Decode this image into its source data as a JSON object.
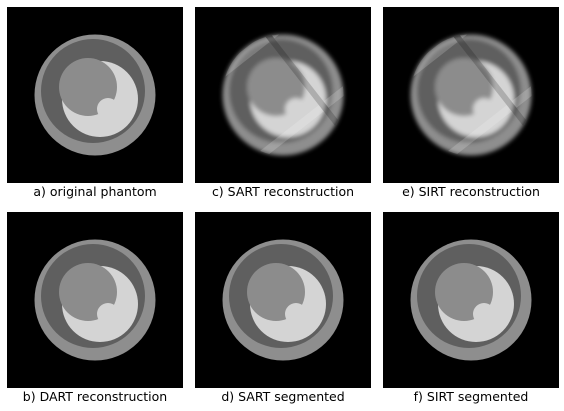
{
  "figure": {
    "panels": [
      {
        "id": "a",
        "caption": "a) original phantom",
        "style": "clean"
      },
      {
        "id": "c",
        "caption": "c) SART reconstruction",
        "style": "blurry"
      },
      {
        "id": "e",
        "caption": "e) SIRT reconstruction",
        "style": "blurry"
      },
      {
        "id": "b",
        "caption": "b) DART reconstruction",
        "style": "segmented"
      },
      {
        "id": "d",
        "caption": "d) SART segmented",
        "style": "segmented"
      },
      {
        "id": "f",
        "caption": "f) SIRT segmented",
        "style": "segmented"
      }
    ],
    "colors": {
      "background": "#000000",
      "outer_ring": "#8e8e8e",
      "dark_disc": "#5f5f5f",
      "inner_gray": "#8c8c8c",
      "bright_crescent": "#d4d4d4"
    }
  }
}
